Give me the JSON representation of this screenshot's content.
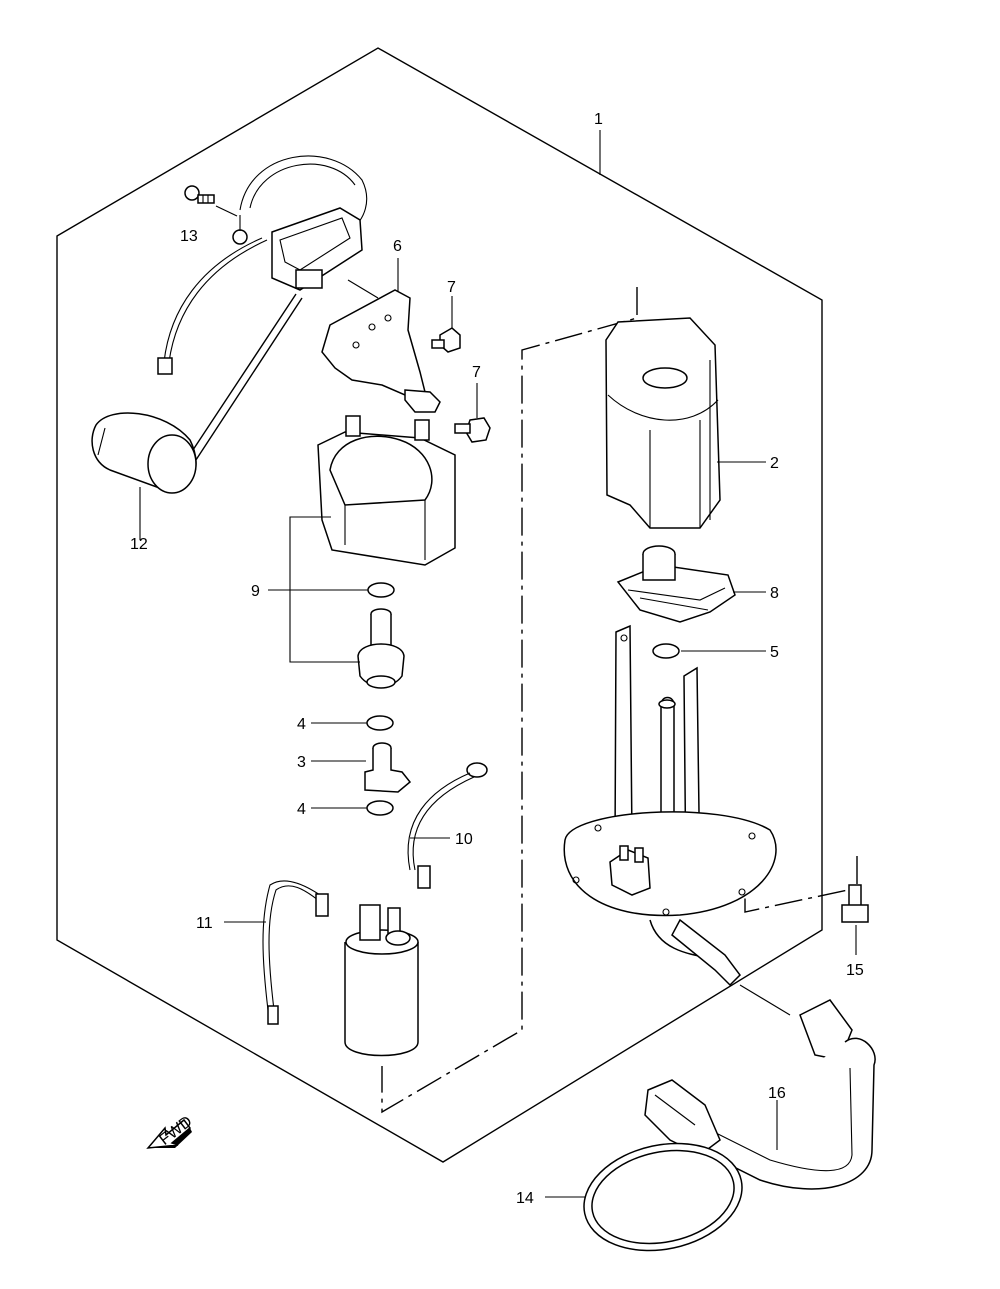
{
  "callouts": [
    {
      "id": "1",
      "label": "1"
    },
    {
      "id": "2",
      "label": "2"
    },
    {
      "id": "3",
      "label": "3"
    },
    {
      "id": "4a",
      "label": "4"
    },
    {
      "id": "4b",
      "label": "4"
    },
    {
      "id": "5",
      "label": "5"
    },
    {
      "id": "6",
      "label": "6"
    },
    {
      "id": "7a",
      "label": "7"
    },
    {
      "id": "7b",
      "label": "7"
    },
    {
      "id": "8",
      "label": "8"
    },
    {
      "id": "9",
      "label": "9"
    },
    {
      "id": "10",
      "label": "10"
    },
    {
      "id": "11",
      "label": "11"
    },
    {
      "id": "12",
      "label": "12"
    },
    {
      "id": "13",
      "label": "13"
    },
    {
      "id": "14",
      "label": "14"
    },
    {
      "id": "15",
      "label": "15"
    },
    {
      "id": "16",
      "label": "16"
    }
  ],
  "direction_arrow": {
    "label": "FWD",
    "icon": "forward-arrow-icon"
  }
}
